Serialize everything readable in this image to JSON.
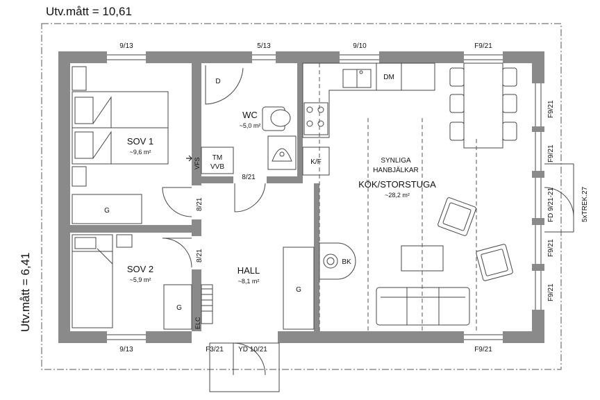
{
  "dimensions": {
    "width_label": "Utv.mått = 10,61",
    "height_label": "Utv.mått = 6,41"
  },
  "rooms": {
    "sov1": {
      "name": "SOV 1",
      "area": "~9,6 m²"
    },
    "sov2": {
      "name": "SOV 2",
      "area": "~5,9 m²"
    },
    "wc": {
      "name": "WC",
      "area": "~5,0 m²"
    },
    "hall": {
      "name": "HALL",
      "area": "~8,1 m²"
    },
    "kitchen": {
      "name": "KÖK/STORSTUGA",
      "area": "~28,2 m²"
    }
  },
  "beams": {
    "line1": "SYNLIGA",
    "line2": "HANBJÄLKAR"
  },
  "windows": {
    "top_left": "9/13",
    "top_mid": "5/13",
    "top_right": "9/10",
    "top_far_right": "F9/21",
    "right_1": "F9/21",
    "right_2": "F9/21",
    "right_3": "FD 9/21-21",
    "right_4": "F9/21",
    "right_5": "F9/21",
    "bottom_left": "9/13",
    "bottom_right": "F9/21",
    "bottom_f3": "F3/21",
    "bottom_yd": "YD 10/21"
  },
  "doors": {
    "wc": "8/21",
    "sov1": "8/21",
    "sov2": "8/21"
  },
  "fixtures": {
    "wc_cabinet": "D",
    "dishwasher": "DM",
    "fridge": "K/F",
    "washer": "TM",
    "water_heater": "VVB",
    "vfs": "VFS",
    "elc": "ELC",
    "wardrobe": "G",
    "stove": "BK"
  },
  "stairs": "5xTREK.27"
}
